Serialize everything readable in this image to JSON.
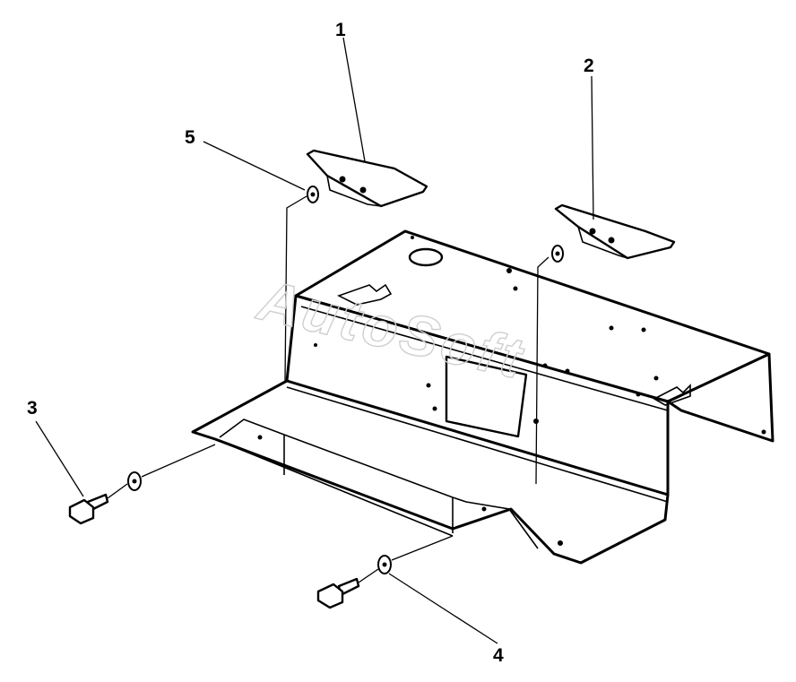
{
  "watermark": "AutoSoft",
  "callouts": {
    "c1": "1",
    "c2": "2",
    "c3": "3",
    "c4": "4",
    "c5": "5"
  }
}
